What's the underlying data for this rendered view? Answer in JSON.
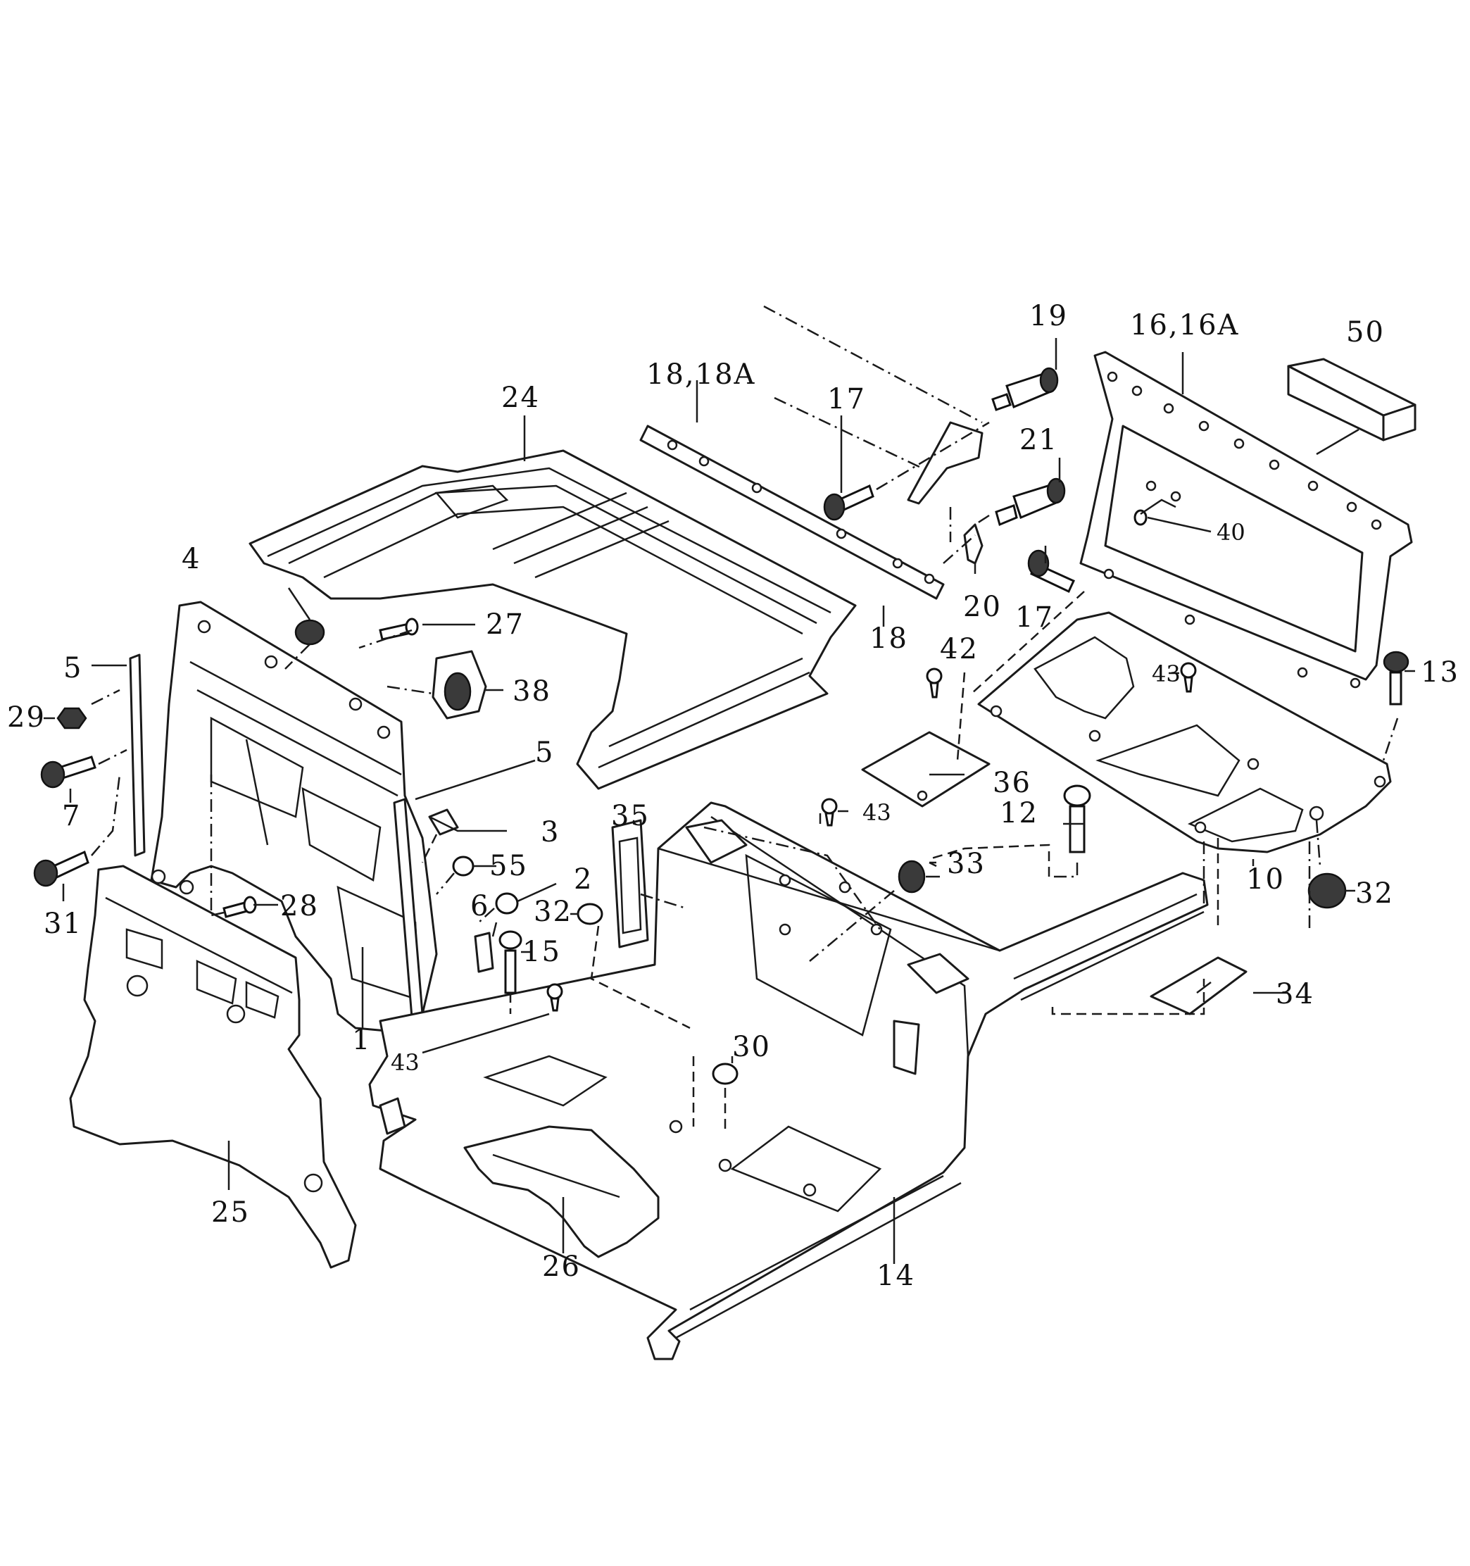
{
  "diagram": {
    "labels": {
      "p19": "19",
      "p16": "16,16A",
      "p50": "50",
      "p18a": "18,18A",
      "p24": "24",
      "p17a": "17",
      "p21": "21",
      "p40": "40",
      "p4": "4",
      "p27": "27",
      "p20": "20",
      "p18": "18",
      "p17b": "17",
      "p42": "42",
      "p13": "13",
      "p5a": "5",
      "p43a": "43",
      "p38": "38",
      "p29": "29",
      "p5b": "5",
      "p36": "36",
      "p7": "7",
      "p43b": "43",
      "p35": "35",
      "p12": "12",
      "p3": "3",
      "p33": "33",
      "p55": "55",
      "p10": "10",
      "p31": "31",
      "p28": "28",
      "p2": "2",
      "p32a": "32",
      "p32b": "32",
      "p6": "6",
      "p15": "15",
      "p34": "34",
      "p1": "1",
      "p43c": "43",
      "p30": "30",
      "p25": "25",
      "p14": "14",
      "p26": "26"
    }
  }
}
